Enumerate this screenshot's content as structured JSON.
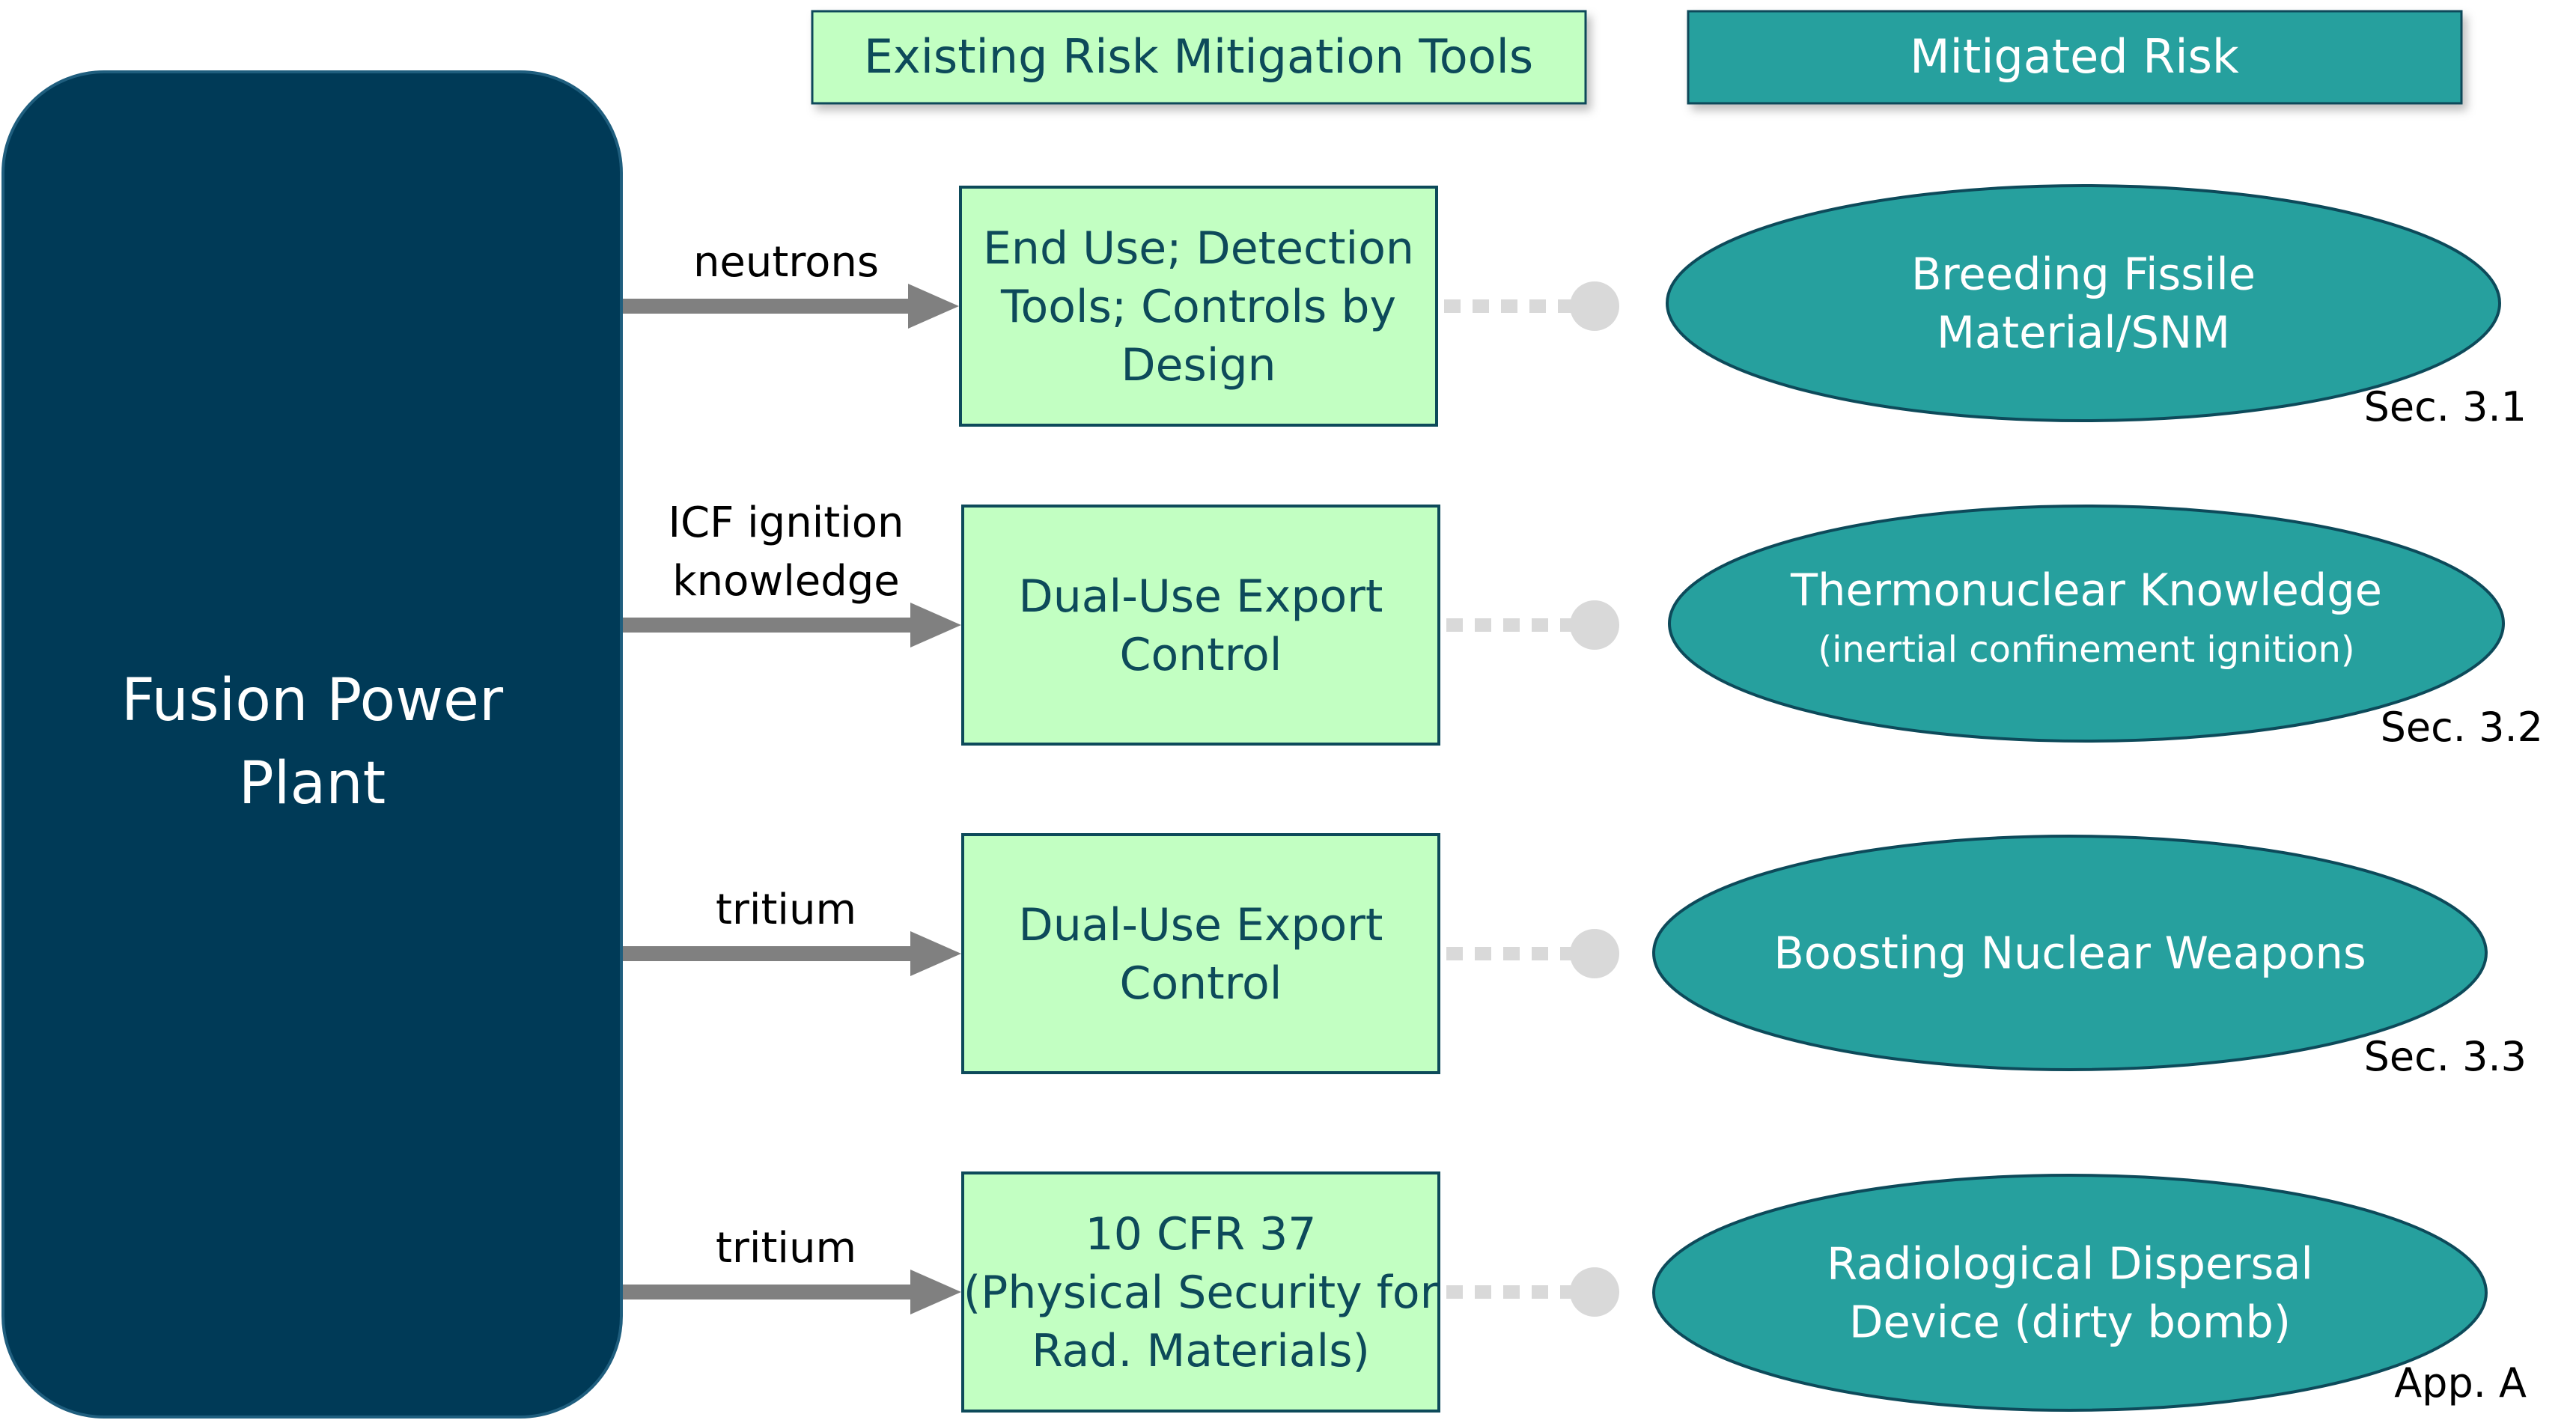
{
  "colors": {
    "plant_fill": "#003a57",
    "plant_stroke": "#1f5e7e",
    "tool_fill": "#c2ffc2",
    "tool_stroke": "#0d4a5a",
    "risk_fill": "#26a09e",
    "risk_stroke": "#0d4a5a",
    "arrow": "#808080",
    "dotted": "#d9d9d9",
    "dark_text": "#0d4a5a",
    "white_text": "#ffffff",
    "black_text": "#000000"
  },
  "headers": {
    "tools": "Existing Risk Mitigation Tools",
    "risk": "Mitigated Risk"
  },
  "plant": {
    "label_line1": "Fusion Power",
    "label_line2": "Plant"
  },
  "rows": [
    {
      "arrow_label": [
        "neutrons"
      ],
      "tool": [
        "End Use; Detection",
        "Tools; Controls by",
        "Design"
      ],
      "risk": [
        "Breeding Fissile",
        "Material/SNM"
      ],
      "risk_sub": "",
      "section": "Sec. 3.1"
    },
    {
      "arrow_label": [
        "ICF ignition",
        "knowledge"
      ],
      "tool": [
        "Dual-Use Export",
        "Control"
      ],
      "risk": [
        "Thermonuclear Knowledge"
      ],
      "risk_sub": "(inertial confinement ignition)",
      "section": "Sec. 3.2"
    },
    {
      "arrow_label": [
        "tritium"
      ],
      "tool": [
        "Dual-Use Export",
        "Control"
      ],
      "risk": [
        "Boosting Nuclear Weapons"
      ],
      "risk_sub": "",
      "section": "Sec. 3.3"
    },
    {
      "arrow_label": [
        "tritium"
      ],
      "tool": [
        "10 CFR 37",
        "(Physical Security for",
        "Rad. Materials)"
      ],
      "risk": [
        "Radiological Dispersal",
        "Device (dirty bomb)"
      ],
      "risk_sub": "",
      "section": "App. A"
    }
  ]
}
